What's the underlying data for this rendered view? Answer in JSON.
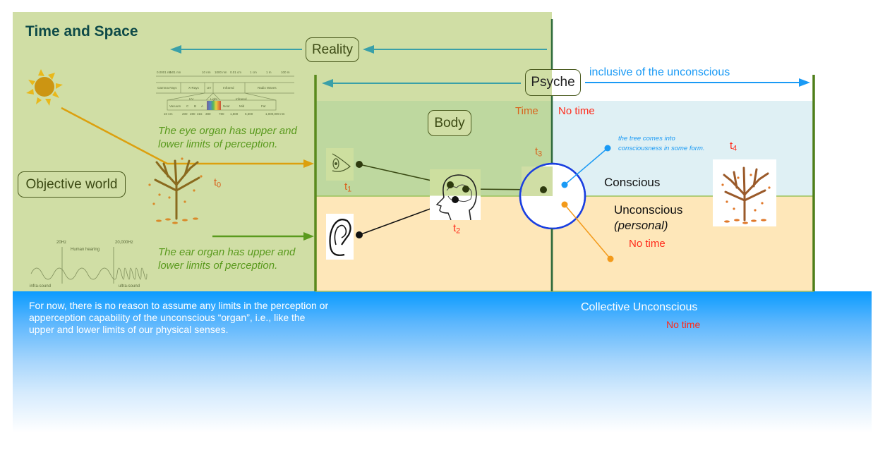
{
  "title": "Time and Space",
  "colors": {
    "reality_green": "#d0dea5",
    "body_green": "#bed89f",
    "conscious_blue": "#dff0f4",
    "unconscious_peach": "#fee7b9",
    "collective_blue_top": "#0a9bff",
    "divider_green": "#5a8a1e",
    "title_teal": "#0e4a48",
    "arrow_teal": "#3aa0a8",
    "arrow_blue": "#1a9af5",
    "time_orange": "#d8641e",
    "no_time_red": "#ff2a1a",
    "eye_arrow_orange": "#dca00e",
    "ear_arrow_green": "#5a9a1e",
    "circle_blue": "#1a3fe0"
  },
  "labels": {
    "reality": "Reality",
    "psyche": "Psyche",
    "psyche_note": "inclusive of the unconscious",
    "body": "Body",
    "objective_world": "Objective world",
    "time": "Time",
    "no_time_top": "No time",
    "conscious": "Conscious",
    "unconscious": "Unconscious",
    "personal": "(personal)",
    "no_time_unconscious": "No time",
    "collective_unconscious": "Collective Unconscious",
    "no_time_collective": "No time",
    "tree_note_line1": "the tree comes into",
    "tree_note_line2": "consciousness in some form."
  },
  "time_markers": [
    {
      "id": "t0",
      "base": "t",
      "sub": "0"
    },
    {
      "id": "t1",
      "base": "t",
      "sub": "1"
    },
    {
      "id": "t2",
      "base": "t",
      "sub": "2"
    },
    {
      "id": "t3",
      "base": "t",
      "sub": "3"
    },
    {
      "id": "t4",
      "base": "t",
      "sub": "4"
    }
  ],
  "notes": {
    "eye_line1": "The eye organ has upper and",
    "eye_line2": "lower limits of perception.",
    "ear_line1": "The ear organ has upper and",
    "ear_line2": "lower limits of perception.",
    "footer_line1": "For now, there is no reason to assume any limits in the perception or",
    "footer_line2": "apperception capability of the unconscious “organ”, i.e., like the",
    "footer_line3": "upper and lower limits of our physical senses."
  },
  "spectrum": {
    "top_ticks": [
      "0.0001 nm",
      "0.01 nm",
      "10 nm",
      "1000 nm",
      "0.01 cm",
      "1 cm",
      "1 m",
      "100 m"
    ],
    "bands": [
      "Gamma Rays",
      "X-Rays",
      "UV",
      "Infrared",
      "Radio Waves"
    ],
    "sub_headers": [
      "UV",
      "Light",
      "Infrared"
    ],
    "sub_bands": [
      "Vacuum",
      "C",
      "B",
      "A",
      "Near",
      "Mid",
      "Far"
    ],
    "bottom_ticks": [
      "10 nm",
      "200",
      "280",
      "315",
      "380",
      "780",
      "1,500",
      "5,600",
      "1,000,000 nm"
    ]
  },
  "hearing": {
    "low_freq": "20Hz",
    "high_freq": "20,000Hz",
    "range_label": "Human hearing",
    "infra_label": "infra-sound",
    "ultra_label": "ultra-sound"
  }
}
